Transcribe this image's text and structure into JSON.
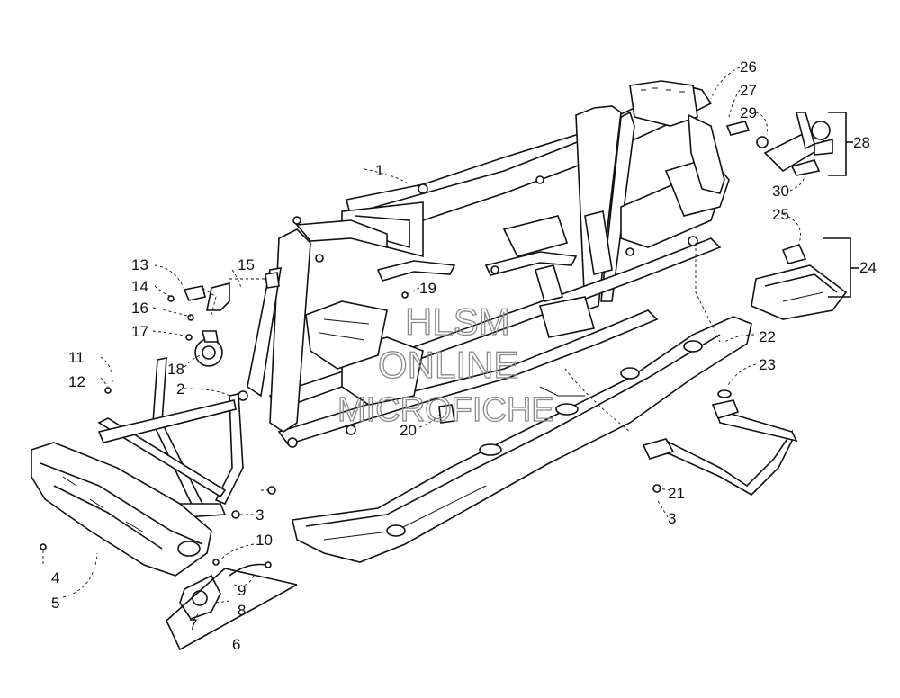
{
  "watermark": {
    "line1": "HLSM",
    "line2": "ONLINE",
    "line3": "MICROFICHE"
  },
  "callouts": [
    "1",
    "2",
    "3",
    "3",
    "4",
    "5",
    "6",
    "7",
    "8",
    "9",
    "10",
    "11",
    "12",
    "13",
    "14",
    "15",
    "16",
    "17",
    "18",
    "19",
    "20",
    "21",
    "22",
    "23",
    "24",
    "25",
    "26",
    "27",
    "28",
    "29",
    "30"
  ]
}
